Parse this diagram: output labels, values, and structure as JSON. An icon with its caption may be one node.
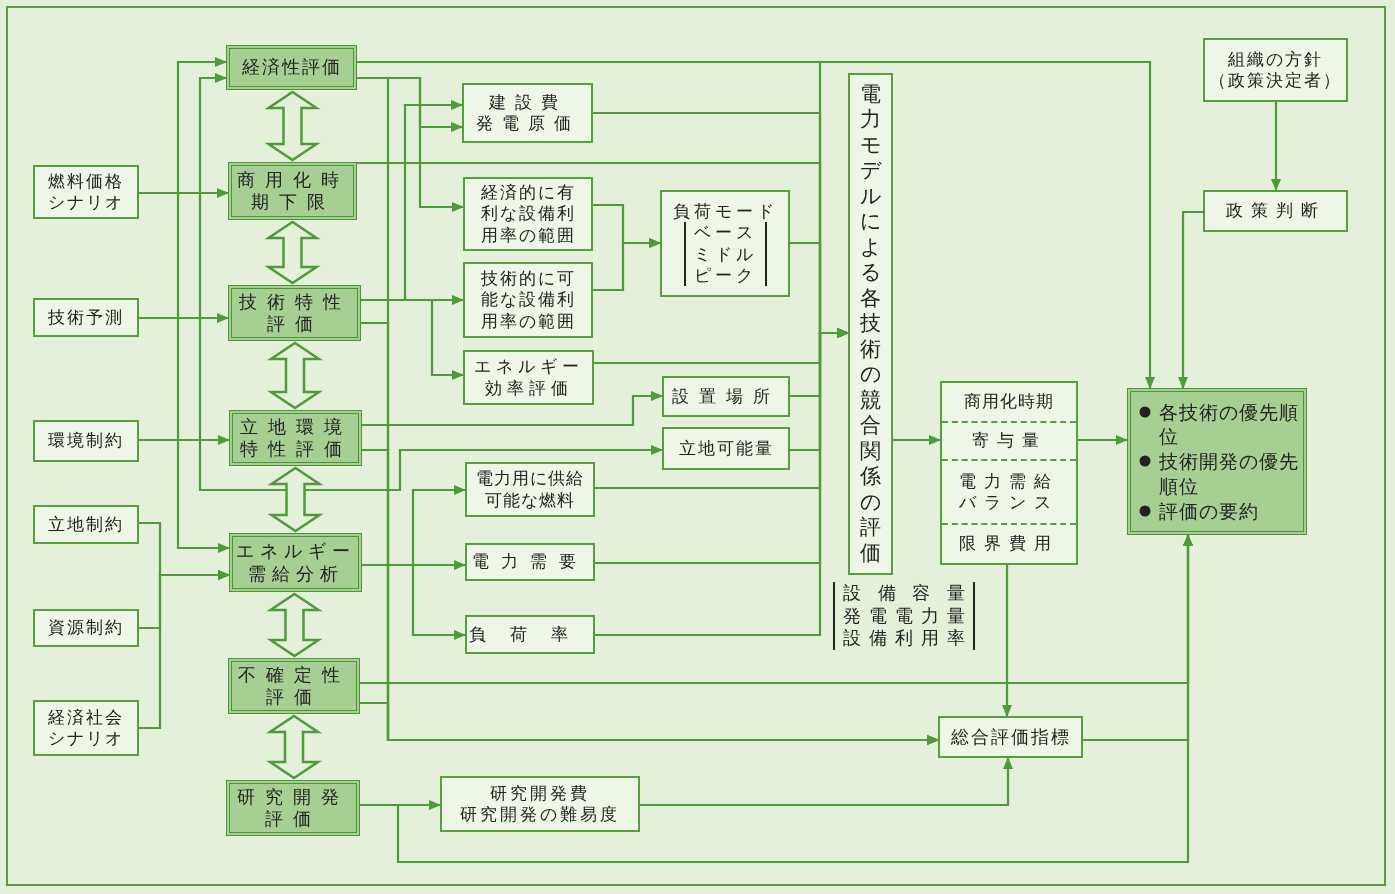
{
  "diagram": {
    "nodes": [
      {
        "text": [
          "燃料価格シナリオ"
        ]
      },
      {
        "text": [
          "技術予測"
        ]
      },
      {
        "text": [
          "環境制約"
        ]
      },
      {
        "text": [
          "立地制約"
        ]
      },
      {
        "text": [
          "資源制約"
        ]
      },
      {
        "text": [
          "経済社会シナリオ"
        ]
      },
      {
        "text": [
          "経済性評価"
        ]
      },
      {
        "text": [
          "商用化時期下限"
        ]
      },
      {
        "text": [
          "技術特性評価"
        ]
      },
      {
        "text": [
          "立地環境特性評価"
        ]
      },
      {
        "text": [
          "エネルギー需給分析"
        ]
      },
      {
        "text": [
          "不確定性評価"
        ]
      },
      {
        "text": [
          "研究開発評価"
        ]
      },
      {
        "text": [
          "建設費",
          "発電原価"
        ]
      },
      {
        "text": [
          "経済的に有利な設備利用率の範囲"
        ]
      },
      {
        "text": [
          "技術的に可能な設備利用率の範囲"
        ]
      },
      {
        "text": [
          "エネルギー効率評価"
        ]
      },
      {
        "text": [
          "負荷モード",
          "ベース",
          "ミドル",
          "ピーク"
        ]
      },
      {
        "text": [
          "設置場所"
        ]
      },
      {
        "text": [
          "立地可能量"
        ]
      },
      {
        "text": [
          "電力用に供給可能な燃料"
        ]
      },
      {
        "text": [
          "電力需要"
        ]
      },
      {
        "text": [
          "負荷率"
        ]
      },
      {
        "text": [
          "電力モデルによる各技術の競合関係の評価"
        ],
        "beside": [
          "設備容量",
          "発電電力量",
          "設備利用率"
        ]
      },
      {
        "text": [
          "商用化時期",
          "寄与量",
          "電力需給バランス",
          "限界費用"
        ]
      },
      {
        "text": [
          "総合評価指標"
        ]
      },
      {
        "text": [
          "研究開発費",
          "研究開発の難易度"
        ]
      },
      {
        "text": [
          "組織の方針",
          "（政策決定者）"
        ]
      },
      {
        "text": [
          "政策判断"
        ]
      },
      {
        "text": [
          "各技術の優先順位",
          "技術開発の優先順位",
          "評価の要約"
        ]
      }
    ],
    "edges": [
      {
        "from": 0,
        "to": 6,
        "arrow": "to"
      },
      {
        "from": 0,
        "to": 7,
        "arrow": "to"
      },
      {
        "from": 0,
        "to": 10,
        "arrow": "to"
      },
      {
        "from": 1,
        "to": 6,
        "arrow": "to"
      },
      {
        "from": 1,
        "to": 8,
        "arrow": "to"
      },
      {
        "from": 1,
        "to": 19,
        "arrow": "to"
      },
      {
        "from": 2,
        "to": 9,
        "arrow": "to"
      },
      {
        "from": 3,
        "to": 10,
        "arrow": "to"
      },
      {
        "from": 4,
        "to": 10,
        "arrow": "to"
      },
      {
        "from": 5,
        "to": 10,
        "arrow": "to"
      },
      {
        "from": 6,
        "to": 29,
        "arrow": "to"
      },
      {
        "from": 6,
        "to": 23,
        "arrow": "to"
      },
      {
        "from": 6,
        "to": 13,
        "arrow": "to"
      },
      {
        "from": 6,
        "to": 14,
        "arrow": "to"
      },
      {
        "from": 6,
        "to": 25,
        "arrow": "to"
      },
      {
        "from": 7,
        "to": 23,
        "arrow": "to"
      },
      {
        "from": 8,
        "to": 13,
        "arrow": "to"
      },
      {
        "from": 8,
        "to": 15,
        "arrow": "to"
      },
      {
        "from": 8,
        "to": 16,
        "arrow": "to"
      },
      {
        "from": 8,
        "to": 25,
        "arrow": "to"
      },
      {
        "from": 9,
        "to": 18,
        "arrow": "to"
      },
      {
        "from": 9,
        "to": 25,
        "arrow": "to"
      },
      {
        "from": 10,
        "to": 20,
        "arrow": "to"
      },
      {
        "from": 10,
        "to": 21,
        "arrow": "to"
      },
      {
        "from": 10,
        "to": 22,
        "arrow": "to"
      },
      {
        "from": 11,
        "to": 29,
        "arrow": "to"
      },
      {
        "from": 11,
        "to": 25,
        "arrow": "to"
      },
      {
        "from": 12,
        "to": 26,
        "arrow": "to"
      },
      {
        "from": 12,
        "to": 29,
        "arrow": "to"
      },
      {
        "from": 13,
        "to": 23,
        "arrow": "to"
      },
      {
        "from": 14,
        "to": 17,
        "arrow": "to"
      },
      {
        "from": 15,
        "to": 17,
        "arrow": "to"
      },
      {
        "from": 16,
        "to": 23,
        "arrow": "to"
      },
      {
        "from": 17,
        "to": 23,
        "arrow": "to"
      },
      {
        "from": 18,
        "to": 23,
        "arrow": "to"
      },
      {
        "from": 19,
        "to": 23,
        "arrow": "to"
      },
      {
        "from": 20,
        "to": 23,
        "arrow": "to"
      },
      {
        "from": 21,
        "to": 23,
        "arrow": "to"
      },
      {
        "from": 22,
        "to": 23,
        "arrow": "to"
      },
      {
        "from": 23,
        "to": 24,
        "arrow": "to"
      },
      {
        "from": 24,
        "to": 29,
        "arrow": "to"
      },
      {
        "from": 24,
        "to": 25,
        "arrow": "to"
      },
      {
        "from": 25,
        "to": 29,
        "arrow": "to"
      },
      {
        "from": 26,
        "to": 25,
        "arrow": "to"
      },
      {
        "from": 27,
        "to": 28,
        "arrow": "to"
      },
      {
        "from": 28,
        "to": 29,
        "arrow": "to"
      },
      {
        "from": 6,
        "to": 7,
        "arrow": "both",
        "style": "thick"
      },
      {
        "from": 7,
        "to": 8,
        "arrow": "both",
        "style": "thick"
      },
      {
        "from": 8,
        "to": 9,
        "arrow": "both",
        "style": "thick"
      },
      {
        "from": 9,
        "to": 10,
        "arrow": "both",
        "style": "thick"
      },
      {
        "from": 10,
        "to": 11,
        "arrow": "both",
        "style": "thick"
      },
      {
        "from": 11,
        "to": 12,
        "arrow": "both",
        "style": "thick"
      }
    ]
  }
}
